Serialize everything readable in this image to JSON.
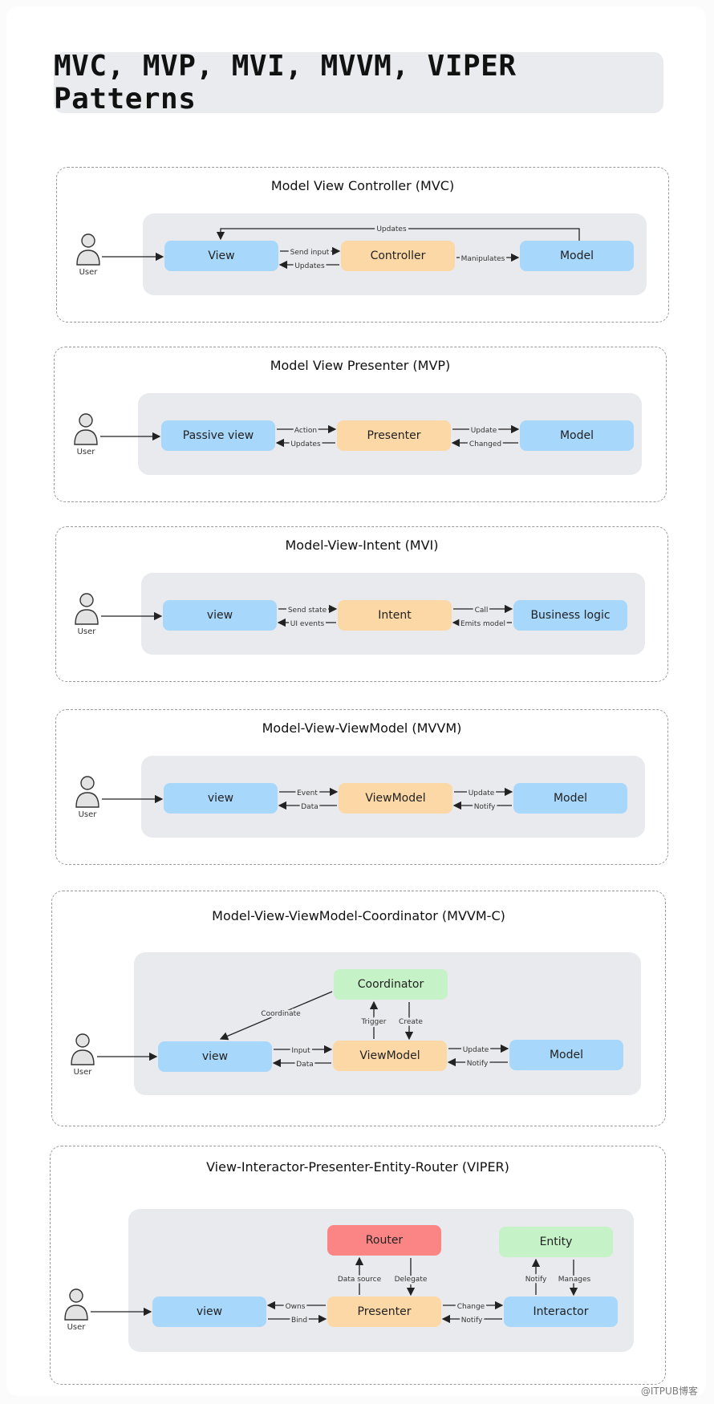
{
  "title": "MVC, MVP, MVI, MVVM, VIPER Patterns",
  "user_label": "User",
  "watermark": "@ITPUB博客",
  "colors": {
    "view": "#a7d7fb",
    "middle": "#fcd8a6",
    "coordinator": "#c6f2c7",
    "router": "#fb8585",
    "panel": "#e8eaed"
  },
  "mvc": {
    "title": "Model View Controller (MVC)",
    "view": "View",
    "controller": "Controller",
    "model": "Model",
    "send_input": "Send input",
    "updates": "Updates",
    "manipulates": "Manipulates",
    "top_updates": "Updates"
  },
  "mvp": {
    "title": "Model View Presenter (MVP)",
    "view": "Passive view",
    "presenter": "Presenter",
    "model": "Model",
    "action": "Action",
    "updates": "Updates",
    "update": "Update",
    "changed": "Changed"
  },
  "mvi": {
    "title": "Model-View-Intent (MVI)",
    "view": "view",
    "intent": "Intent",
    "logic": "Business logic",
    "send_state": "Send state",
    "ui_events": "UI events",
    "call": "Call",
    "emits": "Emits model"
  },
  "mvvm": {
    "title": "Model-View-ViewModel (MVVM)",
    "view": "view",
    "viewmodel": "ViewModel",
    "model": "Model",
    "event": "Event",
    "data": "Data",
    "update": "Update",
    "notify": "Notify"
  },
  "mvvmc": {
    "title": "Model-View-ViewModel-Coordinator (MVVM-C)",
    "coordinator": "Coordinator",
    "view": "view",
    "viewmodel": "ViewModel",
    "model": "Model",
    "coordinate": "Coordinate",
    "trigger": "Trigger",
    "create": "Create",
    "input": "Input",
    "data": "Data",
    "update": "Update",
    "notify": "Notify"
  },
  "viper": {
    "title": "View-Interactor-Presenter-Entity-Router (VIPER)",
    "router": "Router",
    "entity": "Entity",
    "view": "view",
    "presenter": "Presenter",
    "interactor": "Interactor",
    "data_source": "Data source",
    "delegate": "Delegate",
    "notify_up": "Notify",
    "manages": "Manages",
    "owns": "Owns",
    "bind": "Bind",
    "change": "Change",
    "notify": "Notify"
  }
}
